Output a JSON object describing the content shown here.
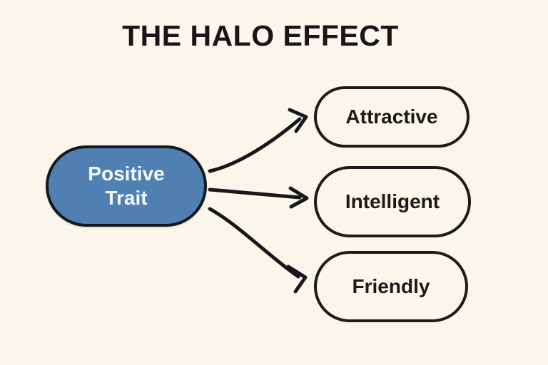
{
  "page": {
    "background_color": "#fbf6ec",
    "title": "THE HALO EFFECT",
    "title_color": "#17171a"
  },
  "diagram": {
    "type": "concept-map",
    "source_node": {
      "label": "Positive Trait",
      "line1": "Positive",
      "line2": "Trait",
      "fill_color": "#5080b2",
      "border_color": "#14181f",
      "text_color": "#f4f8fb",
      "shape": "rounded-pill"
    },
    "target_nodes": [
      {
        "label": "Attractive",
        "fill_color": "transparent",
        "border_color": "#1c1c1c",
        "text_color": "#1a1a1a",
        "shape": "rounded-pill"
      },
      {
        "label": "Intelligent",
        "fill_color": "transparent",
        "border_color": "#1c1c1c",
        "text_color": "#1a1a1a",
        "shape": "rounded-pill"
      },
      {
        "label": "Friendly",
        "fill_color": "transparent",
        "border_color": "#1c1c1c",
        "text_color": "#1a1a1a",
        "shape": "rounded-pill"
      }
    ],
    "connectors": [
      {
        "from": "Positive Trait",
        "to": "Attractive",
        "style": "curved-arrow",
        "color": "#16181c"
      },
      {
        "from": "Positive Trait",
        "to": "Intelligent",
        "style": "straight-arrow",
        "color": "#16181c"
      },
      {
        "from": "Positive Trait",
        "to": "Friendly",
        "style": "curved-arrow",
        "color": "#16181c"
      }
    ]
  }
}
